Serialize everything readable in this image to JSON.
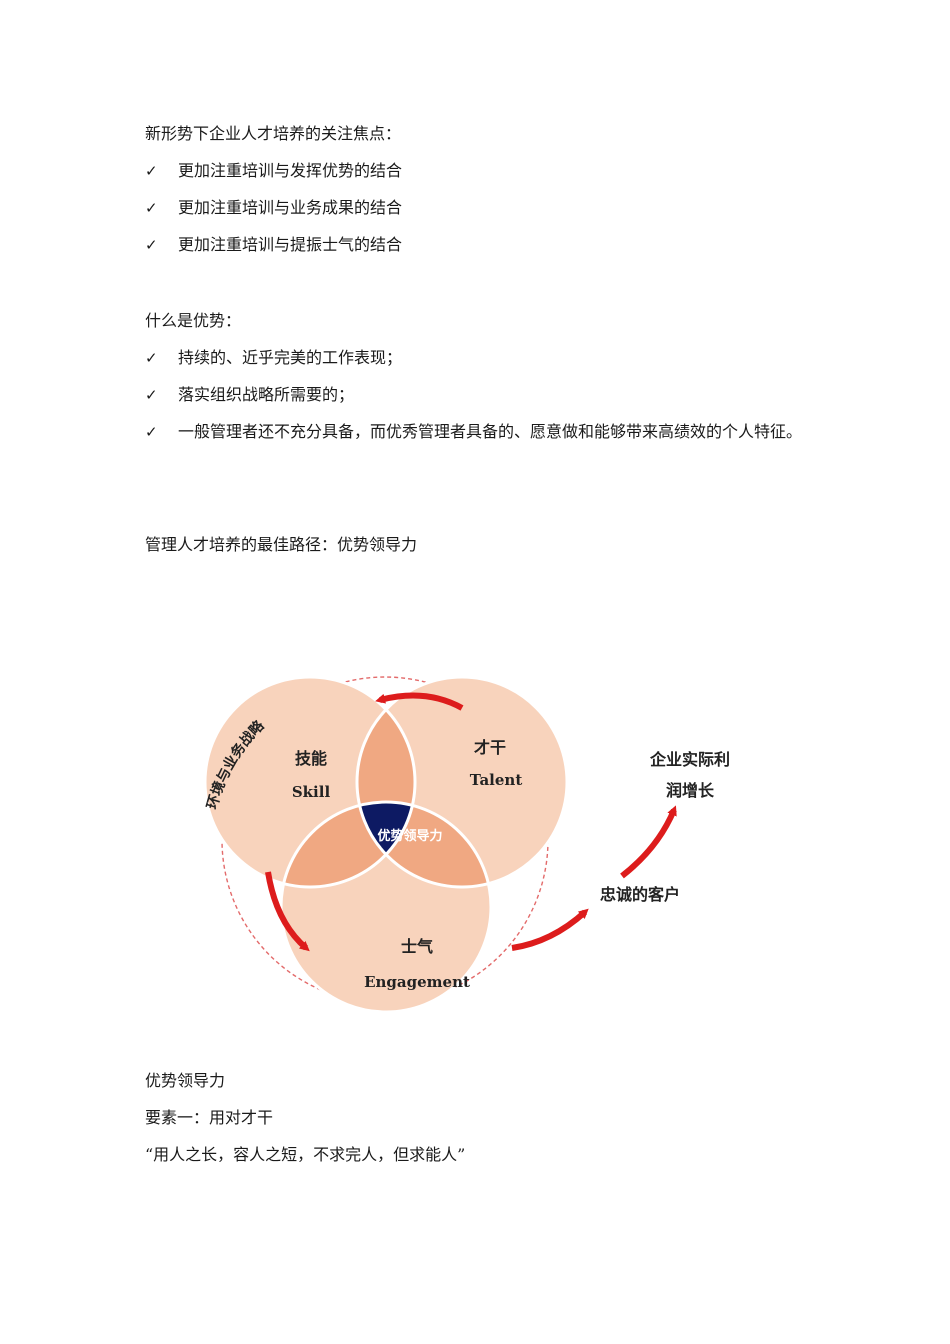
{
  "section1": {
    "heading": "新形势下企业人才培养的关注焦点：",
    "check_symbol": "✓",
    "items": [
      "更加注重培训与发挥优势的结合",
      "更加注重培训与业务成果的结合",
      "更加注重培训与提振士气的结合"
    ]
  },
  "section2": {
    "heading": "什么是优势：",
    "items": [
      "持续的、近乎完美的工作表现；",
      "落实组织战略所需要的；",
      "一般管理者还不充分具备，而优秀管理者具备的、愿意做和能够带来高绩效的个人特征。"
    ]
  },
  "section3": {
    "heading": "管理人才培养的最佳路径：优势领导力"
  },
  "diagram": {
    "outer_label": "环境与业务战略",
    "skill_cn": "技能",
    "skill_en": "Skill",
    "talent_cn": "才干",
    "talent_en": "Talent",
    "engagement_cn": "士气",
    "engagement_en": "Engagement",
    "center": "优势领导力",
    "customer": "忠诚的客户",
    "profit_line1": "企业实际利",
    "profit_line2": "润增长",
    "colors": {
      "petal": "#f8d3bc",
      "overlap": "#f0a882",
      "center": "#0d1a63",
      "arrow": "#dd1c1c",
      "dashed": "#e36a6a"
    }
  },
  "footer": {
    "title": "优势领导力",
    "element1": "要素一：用对才干",
    "quote": "“用人之长，容人之短，不求完人，但求能人”"
  }
}
